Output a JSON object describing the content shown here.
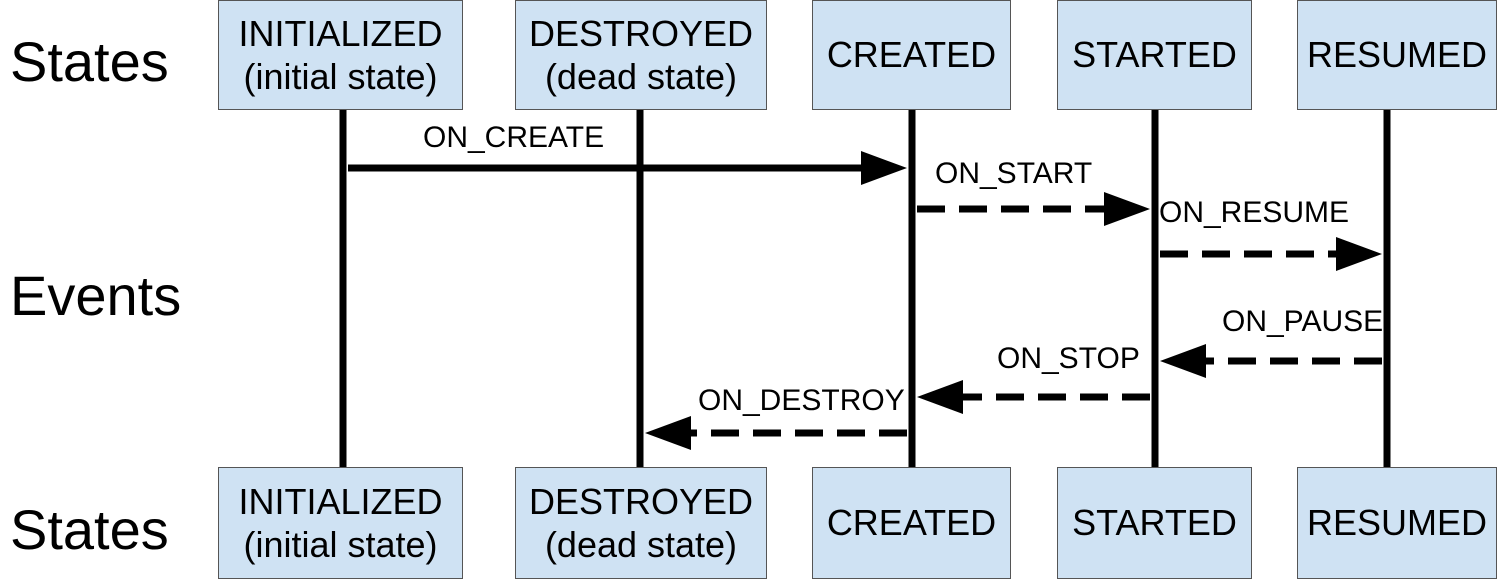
{
  "row_labels": {
    "states_top": "States",
    "events": "Events",
    "states_bottom": "States"
  },
  "states": [
    {
      "id": "initialized",
      "name": "INITIALIZED",
      "note": "(initial state)"
    },
    {
      "id": "destroyed",
      "name": "DESTROYED",
      "note": "(dead state)"
    },
    {
      "id": "created",
      "name": "CREATED",
      "note": ""
    },
    {
      "id": "started",
      "name": "STARTED",
      "note": ""
    },
    {
      "id": "resumed",
      "name": "RESUMED",
      "note": ""
    }
  ],
  "events": [
    {
      "id": "on-create",
      "label": "ON_CREATE",
      "from": "initialized",
      "to": "created",
      "style": "solid"
    },
    {
      "id": "on-start",
      "label": "ON_START",
      "from": "created",
      "to": "started",
      "style": "dashed"
    },
    {
      "id": "on-resume",
      "label": "ON_RESUME",
      "from": "started",
      "to": "resumed",
      "style": "dashed"
    },
    {
      "id": "on-pause",
      "label": "ON_PAUSE",
      "from": "resumed",
      "to": "started",
      "style": "dashed"
    },
    {
      "id": "on-stop",
      "label": "ON_STOP",
      "from": "started",
      "to": "created",
      "style": "dashed"
    },
    {
      "id": "on-destroy",
      "label": "ON_DESTROY",
      "from": "created",
      "to": "destroyed",
      "style": "dashed"
    }
  ],
  "colors": {
    "state_fill": "#cfe2f3",
    "state_border": "#555555",
    "line": "#000000"
  }
}
